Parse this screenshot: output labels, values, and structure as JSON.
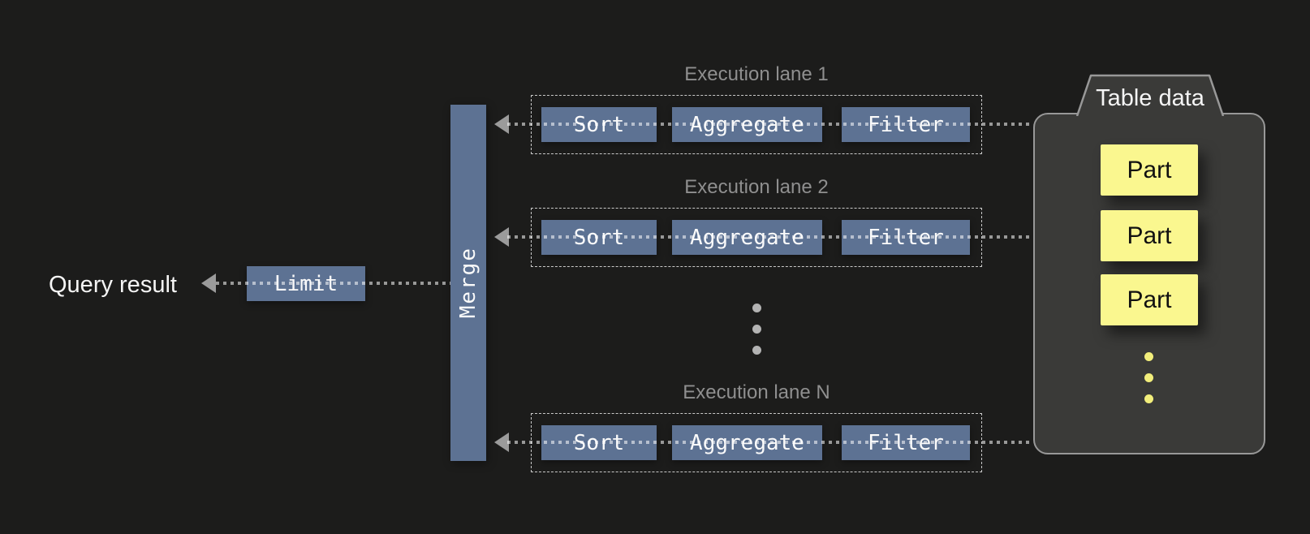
{
  "diagram": {
    "type": "query-execution-pipeline",
    "background": "#1c1c1b"
  },
  "colors": {
    "node_blue": "#5d7293",
    "node_text": "#fafafa",
    "lane_title_gray": "#8f8f8f",
    "lane_dashed_border": "#c9c9c9",
    "dotted_connector": "rgba(255,255,255,0.55)",
    "arrowhead_gray": "#9b9b9b",
    "table_fill": "#3a3a38",
    "table_border": "#989898",
    "part_yellow": "#faf78f",
    "part_text": "#111111",
    "yellow_dot": "#f2ee7b",
    "gray_dot": "#b3b3b3"
  },
  "query_result": {
    "label": "Query result"
  },
  "limit_node": {
    "label": "Limit"
  },
  "merge_node": {
    "label": "Merge"
  },
  "lanes": [
    {
      "title": "Execution lane 1",
      "operators": [
        "Sort",
        "Aggregate",
        "Filter"
      ]
    },
    {
      "title": "Execution lane 2",
      "operators": [
        "Sort",
        "Aggregate",
        "Filter"
      ]
    },
    {
      "title": "Execution lane N",
      "operators": [
        "Sort",
        "Aggregate",
        "Filter"
      ]
    }
  ],
  "lanes_ellipsis": "3 gray dots (more lanes)",
  "table_data": {
    "title": "Table data",
    "parts": [
      "Part",
      "Part",
      "Part"
    ],
    "parts_ellipsis": "3 yellow dots (more parts)"
  }
}
